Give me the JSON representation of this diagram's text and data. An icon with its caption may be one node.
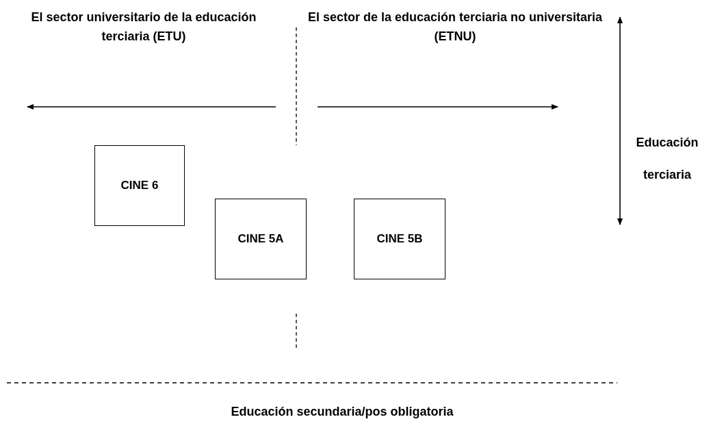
{
  "diagram": {
    "nodes": [
      {
        "text": [
          "CINE 6"
        ]
      },
      {
        "text": [
          "CINE 5A"
        ]
      },
      {
        "text": [
          "CINE 5B"
        ]
      }
    ],
    "labels": [
      "El sector universitario de la educación terciaria (ETU)",
      "El sector de la educación terciaria no universitaria (ETNU)",
      "Educación terciaria",
      "Educación secundaria/pos obligatoria"
    ]
  }
}
